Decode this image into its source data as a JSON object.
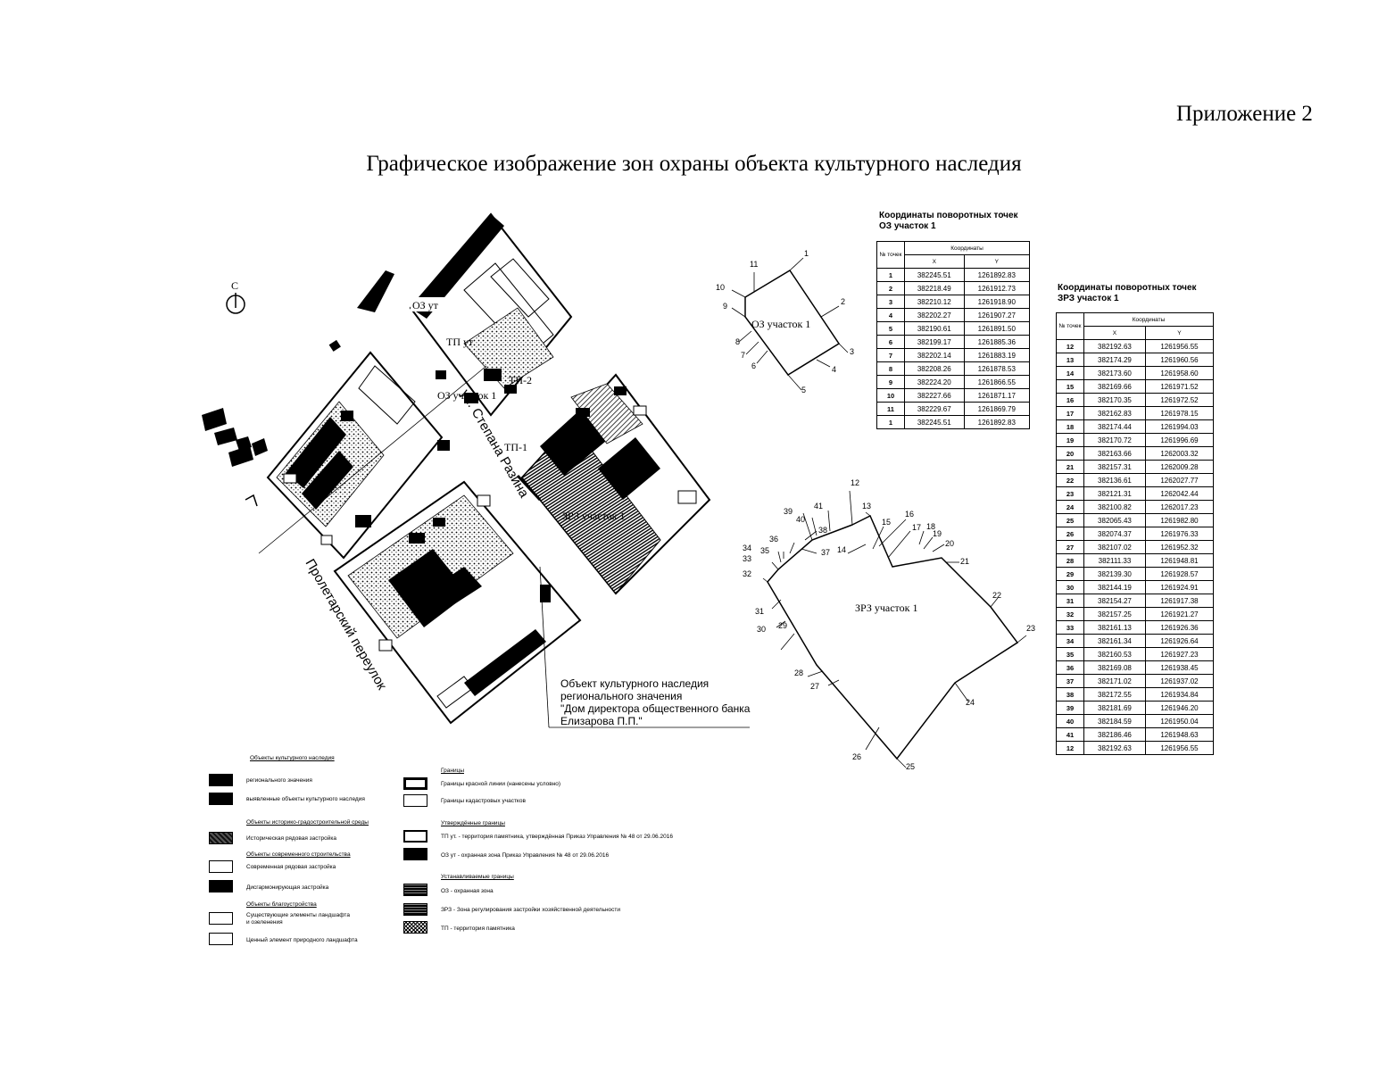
{
  "header": {
    "appendix": "Приложение 2",
    "title": "Графическое изображение зон охраны объекта культурного наследия"
  },
  "map_labels": {
    "north": "С",
    "oz_ut": "ОЗ ут",
    "tp_ut": "ТП ут",
    "tp2": "ТП-2",
    "tp1": "ТП-1",
    "oz_area": "ОЗ участок 1",
    "zrz_area": "ЗРЗ участок 1",
    "street_razina": "ул. Степана Разина",
    "street_proletarsky": "Пролетарский переулок",
    "object_line1": "Объект культурного наследия",
    "object_line2": "регионального значения",
    "object_line3": "\"Дом директора общественного банка",
    "object_line4": "Елизарова П.П.\""
  },
  "oz_scheme": {
    "label": "ОЗ участок 1",
    "points": [
      "1",
      "2",
      "3",
      "4",
      "5",
      "6",
      "7",
      "8",
      "9",
      "10",
      "11"
    ]
  },
  "zrz_scheme": {
    "label": "ЗРЗ участок 1",
    "points": [
      "12",
      "13",
      "14",
      "15",
      "16",
      "17",
      "18",
      "19",
      "20",
      "21",
      "22",
      "23",
      "24",
      "25",
      "26",
      "27",
      "28",
      "29",
      "30",
      "31",
      "32",
      "33",
      "34",
      "35",
      "36",
      "37",
      "38",
      "39",
      "40",
      "41"
    ]
  },
  "oz_table": {
    "caption_line1": "Координаты поворотных точек",
    "caption_line2": "ОЗ участок 1",
    "col_num": "№ точек",
    "col_coords": "Координаты",
    "col_x": "X",
    "col_y": "Y",
    "rows": [
      [
        "1",
        "382245.51",
        "1261892.83"
      ],
      [
        "2",
        "382218.49",
        "1261912.73"
      ],
      [
        "3",
        "382210.12",
        "1261918.90"
      ],
      [
        "4",
        "382202.27",
        "1261907.27"
      ],
      [
        "5",
        "382190.61",
        "1261891.50"
      ],
      [
        "6",
        "382199.17",
        "1261885.36"
      ],
      [
        "7",
        "382202.14",
        "1261883.19"
      ],
      [
        "8",
        "382208.26",
        "1261878.53"
      ],
      [
        "9",
        "382224.20",
        "1261866.55"
      ],
      [
        "10",
        "382227.66",
        "1261871.17"
      ],
      [
        "11",
        "382229.67",
        "1261869.79"
      ],
      [
        "1",
        "382245.51",
        "1261892.83"
      ]
    ]
  },
  "zrz_table": {
    "caption_line1": "Координаты поворотных точек",
    "caption_line2": "ЗРЗ участок 1",
    "col_num": "№ точек",
    "col_coords": "Координаты",
    "col_x": "X",
    "col_y": "Y",
    "rows": [
      [
        "12",
        "382192.63",
        "1261956.55"
      ],
      [
        "13",
        "382174.29",
        "1261960.56"
      ],
      [
        "14",
        "382173.60",
        "1261958.60"
      ],
      [
        "15",
        "382169.66",
        "1261971.52"
      ],
      [
        "16",
        "382170.35",
        "1261972.52"
      ],
      [
        "17",
        "382162.83",
        "1261978.15"
      ],
      [
        "18",
        "382174.44",
        "1261994.03"
      ],
      [
        "19",
        "382170.72",
        "1261996.69"
      ],
      [
        "20",
        "382163.66",
        "1262003.32"
      ],
      [
        "21",
        "382157.31",
        "1262009.28"
      ],
      [
        "22",
        "382136.61",
        "1262027.77"
      ],
      [
        "23",
        "382121.31",
        "1262042.44"
      ],
      [
        "24",
        "382100.82",
        "1262017.23"
      ],
      [
        "25",
        "382065.43",
        "1261982.80"
      ],
      [
        "26",
        "382074.37",
        "1261976.33"
      ],
      [
        "27",
        "382107.02",
        "1261952.32"
      ],
      [
        "28",
        "382111.33",
        "1261948.81"
      ],
      [
        "29",
        "382139.30",
        "1261928.57"
      ],
      [
        "30",
        "382144.19",
        "1261924.91"
      ],
      [
        "31",
        "382154.27",
        "1261917.38"
      ],
      [
        "32",
        "382157.25",
        "1261921.27"
      ],
      [
        "33",
        "382161.13",
        "1261926.36"
      ],
      [
        "34",
        "382161.34",
        "1261926.64"
      ],
      [
        "35",
        "382160.53",
        "1261927.23"
      ],
      [
        "36",
        "382169.08",
        "1261938.45"
      ],
      [
        "37",
        "382171.02",
        "1261937.02"
      ],
      [
        "38",
        "382172.55",
        "1261934.84"
      ],
      [
        "39",
        "382181.69",
        "1261946.20"
      ],
      [
        "40",
        "382184.59",
        "1261950.04"
      ],
      [
        "41",
        "382186.46",
        "1261948.63"
      ],
      [
        "12",
        "382192.63",
        "1261956.55"
      ]
    ]
  },
  "legend": {
    "head_ckn": "Объекты культурного наследия",
    "regional": "регионального значения",
    "identified": "выявленные объекты культурного наследия",
    "head_hist": "Объекты историко-градостроительной среды",
    "hist_row": "Историческая рядовая застройка",
    "head_modern": "Объекты современного строительства",
    "modern_row": "Современная рядовая застройка",
    "discord": "Дисгармонирующая застройка",
    "head_improve": "Объекты благоустройства",
    "landscape_line1": "Существующие элементы ландшафта",
    "landscape_line2": "и озеленения",
    "valuable": "Ценный элемент природного ландшафта",
    "head_bounds": "Границы",
    "red_line": "Границы красной линии (нанесены условно)",
    "cadastre": "Границы кадастровых участков",
    "head_approved": "Утверждённые границы",
    "tp_ut_row": "ТП ут. - территория памятника, утверждённая Приказ Управления № 48 от 29.06.2016",
    "oz_ut_row": "ОЗ ут - охранная зона Приказ Управления № 48 от 29.06.2016",
    "head_proposed": "Устанавливаемые границы",
    "oz_row": "ОЗ - охранная зона",
    "zrz_row": "ЗРЗ - Зона регулирования застройки хозяйственной деятельности",
    "tp_row": "ТП - территория памятника"
  }
}
